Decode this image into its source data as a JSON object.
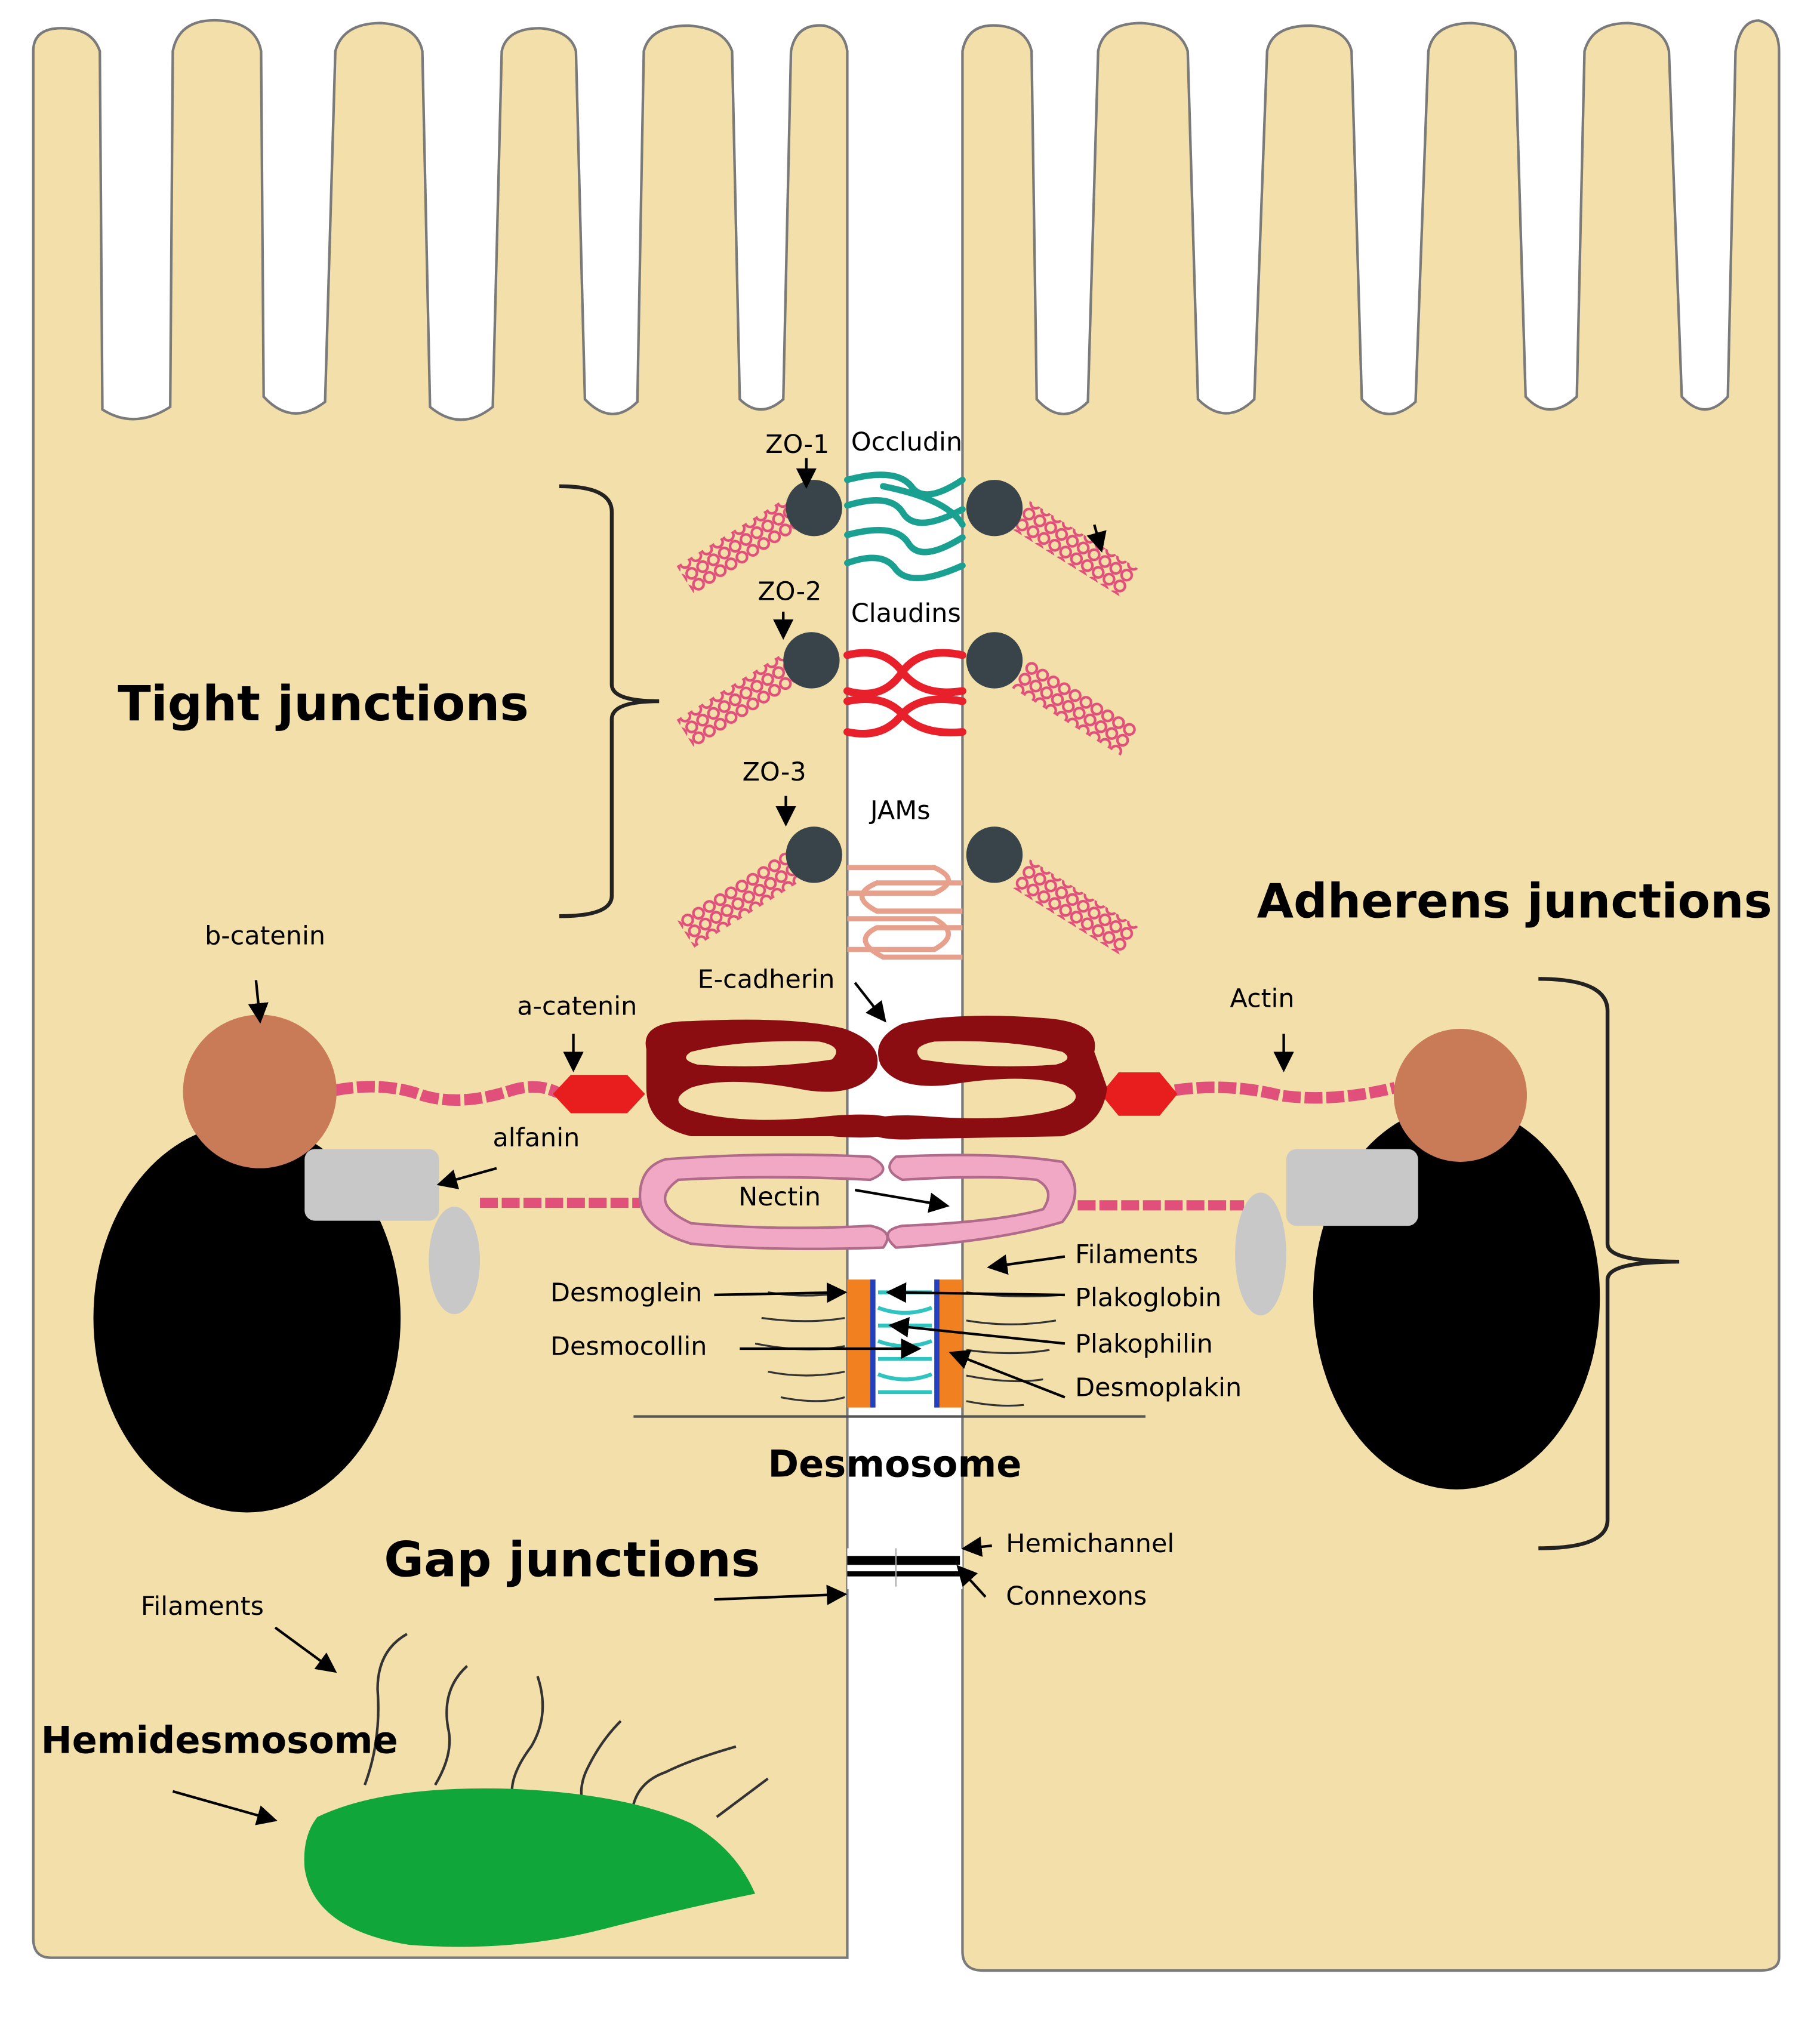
{
  "labels": {
    "zo1": "ZO-1",
    "occludin": "Occludin",
    "zo2": "ZO-2",
    "claudins": "Claudins",
    "zo3": "ZO-3",
    "jams": "JAMs",
    "tight_junctions": "Tight junctions",
    "adherens_junctions": "Adherens junctions",
    "b_catenin": "b-catenin",
    "e_cadherin": "E-cadherin",
    "a_catenin": "a-catenin",
    "actin": "Actin",
    "alfanin": "alfanin",
    "nectin": "Nectin",
    "filaments_right": "Filaments",
    "desmoglein": "Desmoglein",
    "plakoglobin": "Plakoglobin",
    "desmocollin": "Desmocollin",
    "plakophilin": "Plakophilin",
    "desmoplakin": "Desmoplakin",
    "desmosome": "Desmosome",
    "hemichannel": "Hemichannel",
    "gap_junctions": "Gap junctions",
    "connexons": "Connexons",
    "filaments_left": "Filaments",
    "hemidesmosome": "Hemidesmosome"
  },
  "colors": {
    "cell_fill": "#f2dfa9",
    "cell_stroke": "#7a7a7a",
    "zo_protein": "#39444a",
    "occludin": "#1aa090",
    "claudins": "#e8202b",
    "jams": "#e6a08c",
    "actin_chain": "#e0507a",
    "e_cadherin": "#8b0d12",
    "a_catenin": "#e81d1d",
    "b_catenin": "#c97a56",
    "nectin": "#f0a8c4",
    "afadin_box": "#c8c8c8",
    "nucleus": "#000000",
    "desmosome_plaque": "#f08020",
    "desmosome_core": "#2fc4c0",
    "hemidesmosome": "#11a63a"
  }
}
